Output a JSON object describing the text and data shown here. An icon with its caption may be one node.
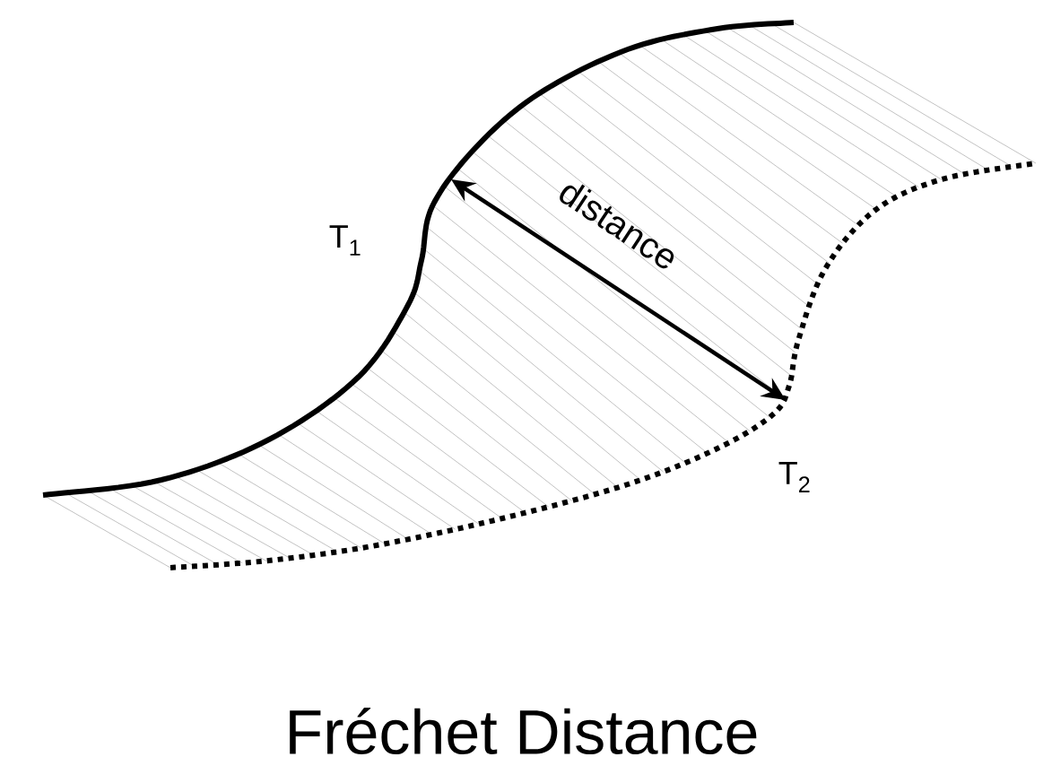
{
  "diagram": {
    "caption": "Fréchet Distance",
    "labels": [
      "T$_{1}$",
      "distance",
      "T$_{2}$"
    ]
  }
}
